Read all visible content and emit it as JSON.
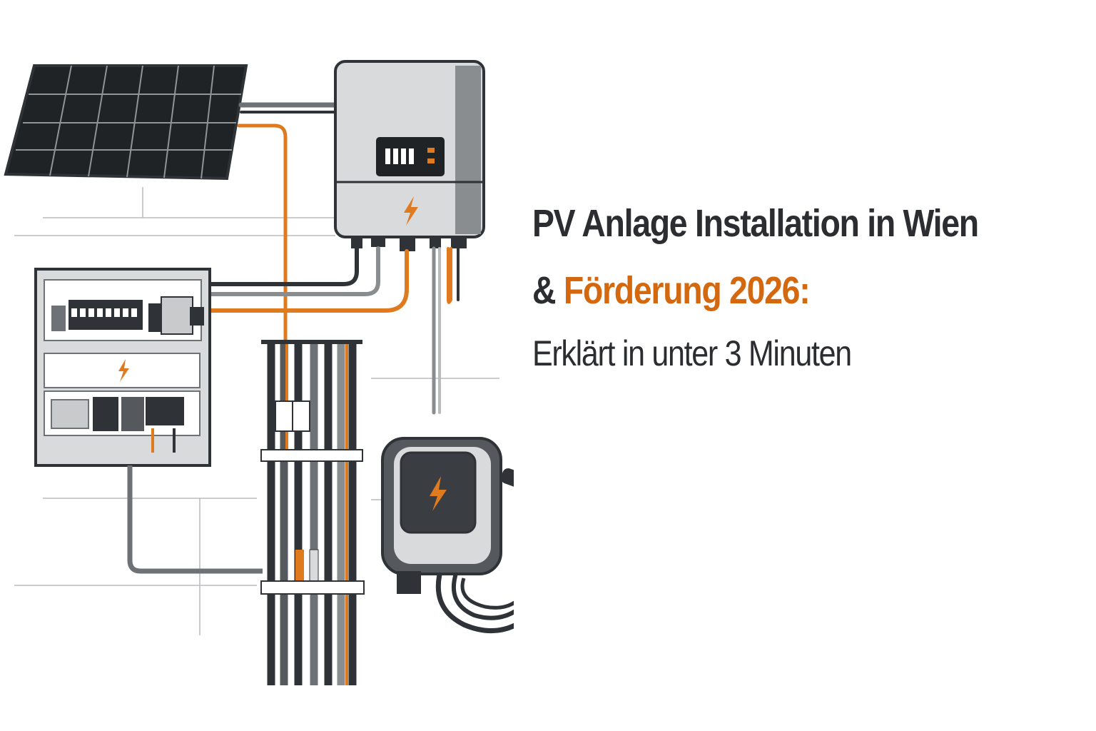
{
  "headline": {
    "line1": "PV Anlage Installation in Wien",
    "line2_prefix": "& ",
    "line2_accent": "Förderung 2026:",
    "line3": "Erklärt in unter 3 Minuten"
  },
  "illustration": {
    "components": [
      "solar-panel",
      "inverter",
      "fuse-box",
      "cable-conduit",
      "ev-wallbox"
    ],
    "icon": "lightning-bolt-icon"
  },
  "colors": {
    "accent": "#d4680f",
    "text": "#2b2d31",
    "dark": "#2f3236",
    "panel": "#1f2326",
    "housing": "#d9dadb",
    "line": "#8a8d90"
  }
}
